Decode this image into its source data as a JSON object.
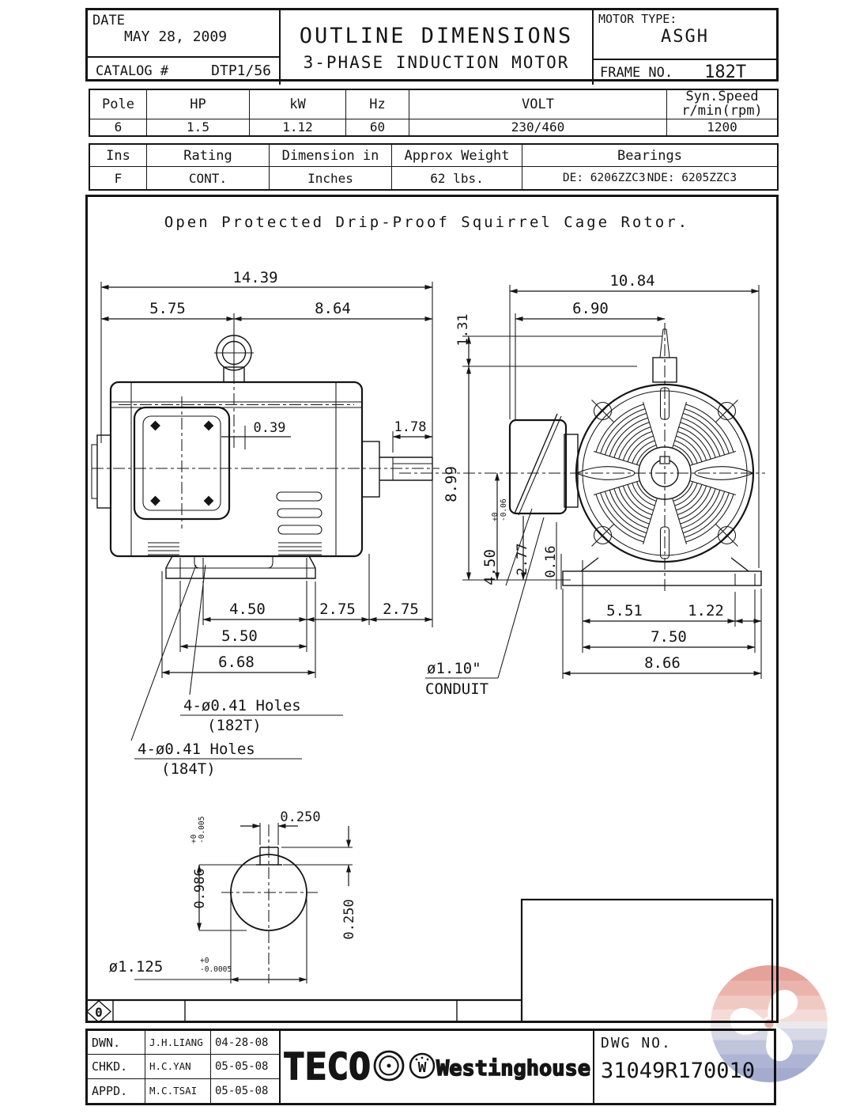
{
  "header": {
    "date_label": "DATE",
    "date_value": "MAY 28, 2009",
    "catalog_label": "CATALOG #",
    "catalog_value": "DTP1/56",
    "title_line1": "OUTLINE DIMENSIONS",
    "title_line2": "3-PHASE INDUCTION MOTOR",
    "motor_type_label": "MOTOR TYPE:",
    "motor_type_value": "ASGH",
    "frame_label": "FRAME NO.",
    "frame_value": "182T"
  },
  "spec1": {
    "headers": [
      "Pole",
      "HP",
      "kW",
      "Hz",
      "VOLT"
    ],
    "syn_header": {
      "line1": "Syn.Speed",
      "line2": "r/min(rpm)"
    },
    "values": [
      "6",
      "1.5",
      "1.12",
      "60",
      "230/460",
      "1200"
    ]
  },
  "spec2": {
    "headers": [
      "Ins",
      "Rating",
      "Dimension in",
      "Approx Weight",
      "Bearings"
    ],
    "values": [
      "F",
      "CONT.",
      "Inches",
      "62 lbs."
    ],
    "bearings": {
      "de": "DE: 6206ZZC3",
      "nde": "NDE: 6205ZZC3"
    }
  },
  "caption": "Open Protected Drip-Proof Squirrel Cage Rotor.",
  "dims": {
    "left_overall": "14.39",
    "left_front": "5.75",
    "left_back": "8.64",
    "eyebolt_offset": "0.39",
    "shaft_ext": "1.78",
    "bolt_span_182t": "4.50",
    "span_a": "2.75",
    "span_b": "2.75",
    "bolt_span_184t": "5.50",
    "foot_length": "6.68",
    "right_overall": "10.84",
    "box_width": "6.90",
    "tip_height": "1.31",
    "overall_height": "8.99",
    "shaft_center_height": "4.50",
    "d_tol_top": "+0",
    "d_tol_bot": "-0.06",
    "conduit_height": "2.77",
    "conduit_offset": "0.16",
    "base_span_a": "5.51",
    "base_span_b": "1.22",
    "base_span_c": "7.50",
    "base_span_d": "8.66",
    "key_width": "0.250",
    "key_depth": "0.250",
    "shaft_flat": "0.986",
    "flat_tol_top": "+0",
    "flat_tol_bot": "-0.005",
    "shaft_dia": "ø1.125",
    "dia_tol_top": "+0",
    "dia_tol_bot": "-0.0005"
  },
  "labels": {
    "holes1": "4-ø0.41 Holes",
    "holes1_frame": "(182T)",
    "holes2": "4-ø0.41 Holes",
    "holes2_frame": "(184T)",
    "conduit_line1": "ø1.10\"",
    "conduit_line2": "CONDUIT"
  },
  "revision": {
    "marker": "0"
  },
  "title_block": {
    "rows": [
      {
        "label": "DWN.",
        "name": "J.H.LIANG",
        "date": "04-28-08"
      },
      {
        "label": "CHKD.",
        "name": "H.C.YAN",
        "date": "05-05-08"
      },
      {
        "label": "APPD.",
        "name": "M.C.TSAI",
        "date": "05-05-08"
      }
    ],
    "brand": {
      "teco": "TECO",
      "w_mark": "W",
      "westinghouse": "Westinghouse"
    },
    "dwg_label": "DWG NO.",
    "dwg_value": "31049R170010"
  },
  "colors": {
    "ink": "#151515",
    "watermark_top": "#dd8b82",
    "watermark_bottom": "#8d96c2"
  }
}
